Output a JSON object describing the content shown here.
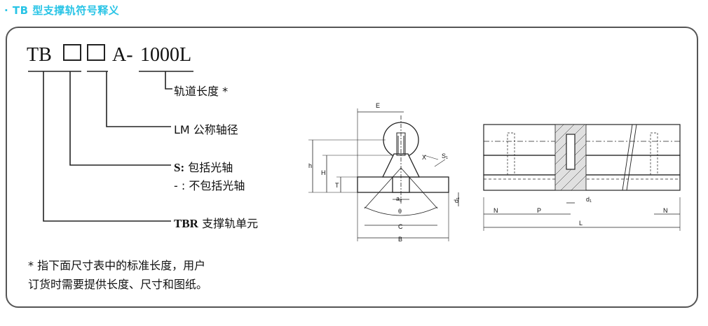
{
  "header": {
    "title": "· TB 型支撑轨符号释义"
  },
  "code": {
    "prefix": "TB",
    "suffix_a": "A-",
    "length": "1000L"
  },
  "legend": {
    "rail_length": "轨道长度 *",
    "lm_diameter": "LM 公称轴径",
    "s_prefix": "S:",
    "s_text": "包括光轴",
    "dash_text": "- : 不包括光轴",
    "tbr_prefix": "TBR",
    "tbr_text": "支撑轨单元"
  },
  "note": {
    "line1": "* 指下面尺寸表中的标准长度，用户",
    "line2": "订货时需要提供长度、尺寸和图纸。"
  },
  "dimensions": {
    "E": "E",
    "h": "h",
    "H": "H",
    "T": "T",
    "X": "X",
    "S1": "S₁",
    "a2": "a₂",
    "theta": "θ",
    "d": "d₁",
    "C": "C",
    "B": "B",
    "N_left": "N",
    "P": "P",
    "d1": "d₁",
    "N_right": "N",
    "L": "L"
  }
}
